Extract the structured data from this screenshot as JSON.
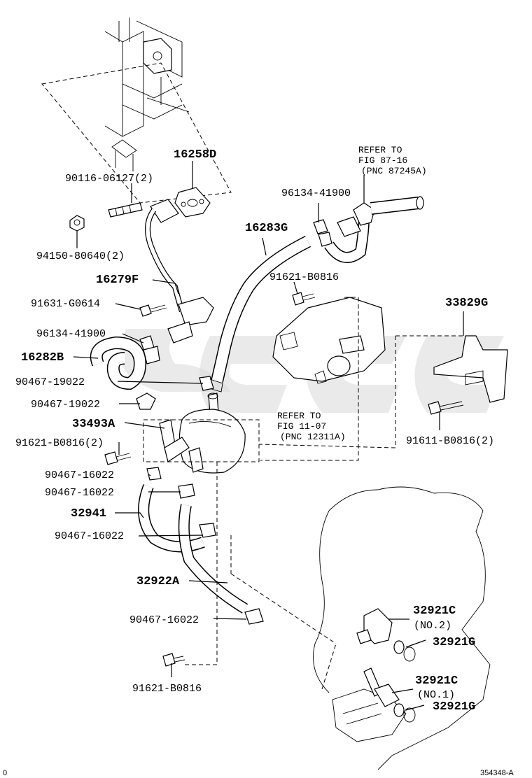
{
  "labels": {
    "l16258D": "16258D",
    "l90116": "90116-06127(2)",
    "l94150": "94150-80640(2)",
    "l16279F": "16279F",
    "l91631": "91631-G0614",
    "l96134a": "96134-41900",
    "l16282B": "16282B",
    "l90467_19022a": "90467-19022",
    "l90467_19022b": "90467-19022",
    "l33493A": "33493A",
    "l91621_2": "91621-B0816(2)",
    "l90467_16022a": "90467-16022",
    "l90467_16022b": "90467-16022",
    "l32941": "32941",
    "l90467_16022c": "90467-16022",
    "l32922A": "32922A",
    "l90467_16022d": "90467-16022",
    "l91621_b": "91621-B0816",
    "l16283G": "16283G",
    "l96134b": "96134-41900",
    "l91621_top": "91621-B0816",
    "l33829G": "33829G",
    "l91611": "91611-B0816(2)",
    "l32921C_2": "32921C",
    "l32921C_2n": "(NO.2)",
    "l32921G_a": "32921G",
    "l32921C_1": "32921C",
    "l32921C_1n": "(NO.1)",
    "l32921G_b": "32921G"
  },
  "refs": {
    "ref1_a": "REFER TO",
    "ref1_b": "FIG 87-16",
    "ref1_c": "(PNC 87245A)",
    "ref2_a": "REFER TO",
    "ref2_b": "FIG 11-07",
    "ref2_c": "(PNC 12311A)"
  },
  "footer": {
    "left": "0",
    "code": "354348-A"
  }
}
